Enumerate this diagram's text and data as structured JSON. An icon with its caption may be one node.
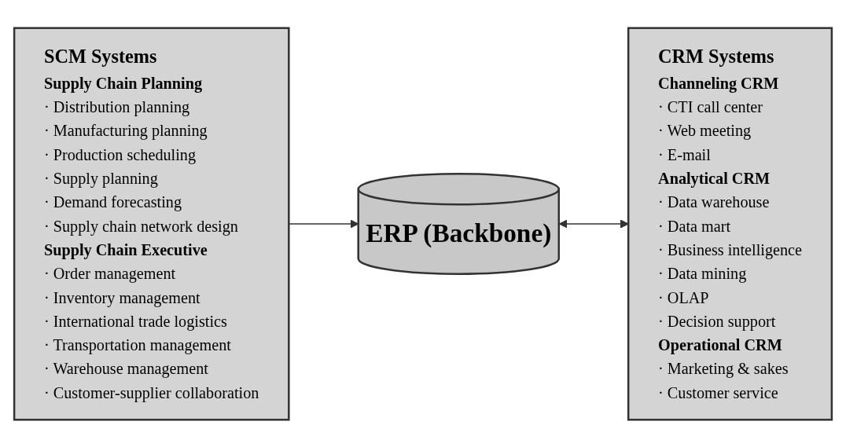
{
  "diagram": {
    "nodes": [
      {
        "text": [
          "SCM Systems",
          "Supply Chain Planning",
          "· Distribution planning",
          "· Manufacturing planning",
          "· Production scheduling",
          "· Supply planning",
          "· Demand forecasting",
          "· Supply chain network design",
          "Supply Chain Executive",
          "· Order management",
          "· Inventory management",
          "· International trade logistics",
          "· Transportation management",
          "· Warehouse management",
          "· Customer-supplier collaboration"
        ]
      },
      {
        "text": [
          "ERP (Backbone)"
        ]
      },
      {
        "text": [
          "CRM Systems",
          "Channeling CRM",
          "· CTI call center",
          "· Web meeting",
          "· E-mail",
          "Analytical CRM",
          "· Data warehouse",
          "· Data mart",
          "· Business intelligence",
          "· Data mining",
          "· OLAP",
          "· Decision support",
          "Operational CRM",
          "· Marketing & sakes",
          "· Customer service"
        ]
      }
    ],
    "edges": [
      {
        "from": 0,
        "to": 1,
        "arrow": "to"
      },
      {
        "from": 1,
        "to": 2,
        "arrow": "both"
      }
    ]
  }
}
